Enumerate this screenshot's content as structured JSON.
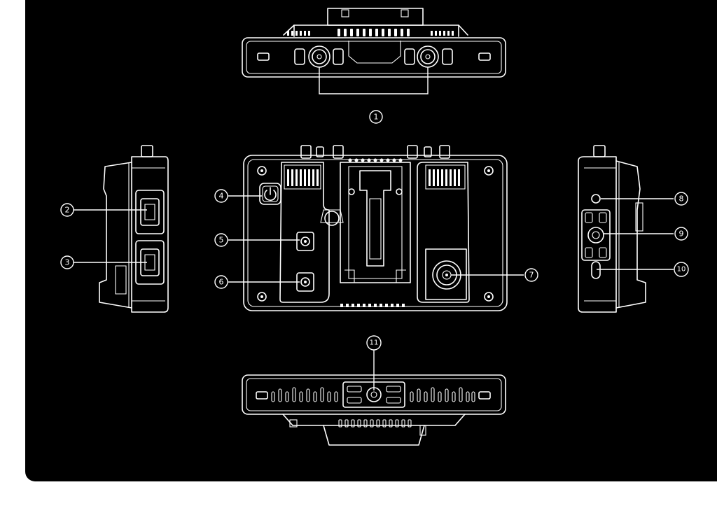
{
  "colors": {
    "background": "#000000",
    "line": "#ffffff",
    "page": "#ffffff"
  },
  "callouts": [
    {
      "id": "1",
      "label": "①"
    },
    {
      "id": "2",
      "label": "②"
    },
    {
      "id": "3",
      "label": "③"
    },
    {
      "id": "4",
      "label": "④"
    },
    {
      "id": "5",
      "label": "⑤"
    },
    {
      "id": "6",
      "label": "⑥"
    },
    {
      "id": "7",
      "label": "⑦"
    },
    {
      "id": "8",
      "label": "⑧"
    },
    {
      "id": "9",
      "label": "⑨"
    },
    {
      "id": "10",
      "label": "⑩"
    },
    {
      "id": "11",
      "label": "⑪"
    }
  ],
  "icons": {
    "power": "power-icon",
    "hdmi": "hdmi-port-icon",
    "bnc": "bnc-connector-icon",
    "dc": "dc-jack-icon",
    "usbc": "usb-c-port-icon",
    "mount": "mounting-hole-icon"
  }
}
